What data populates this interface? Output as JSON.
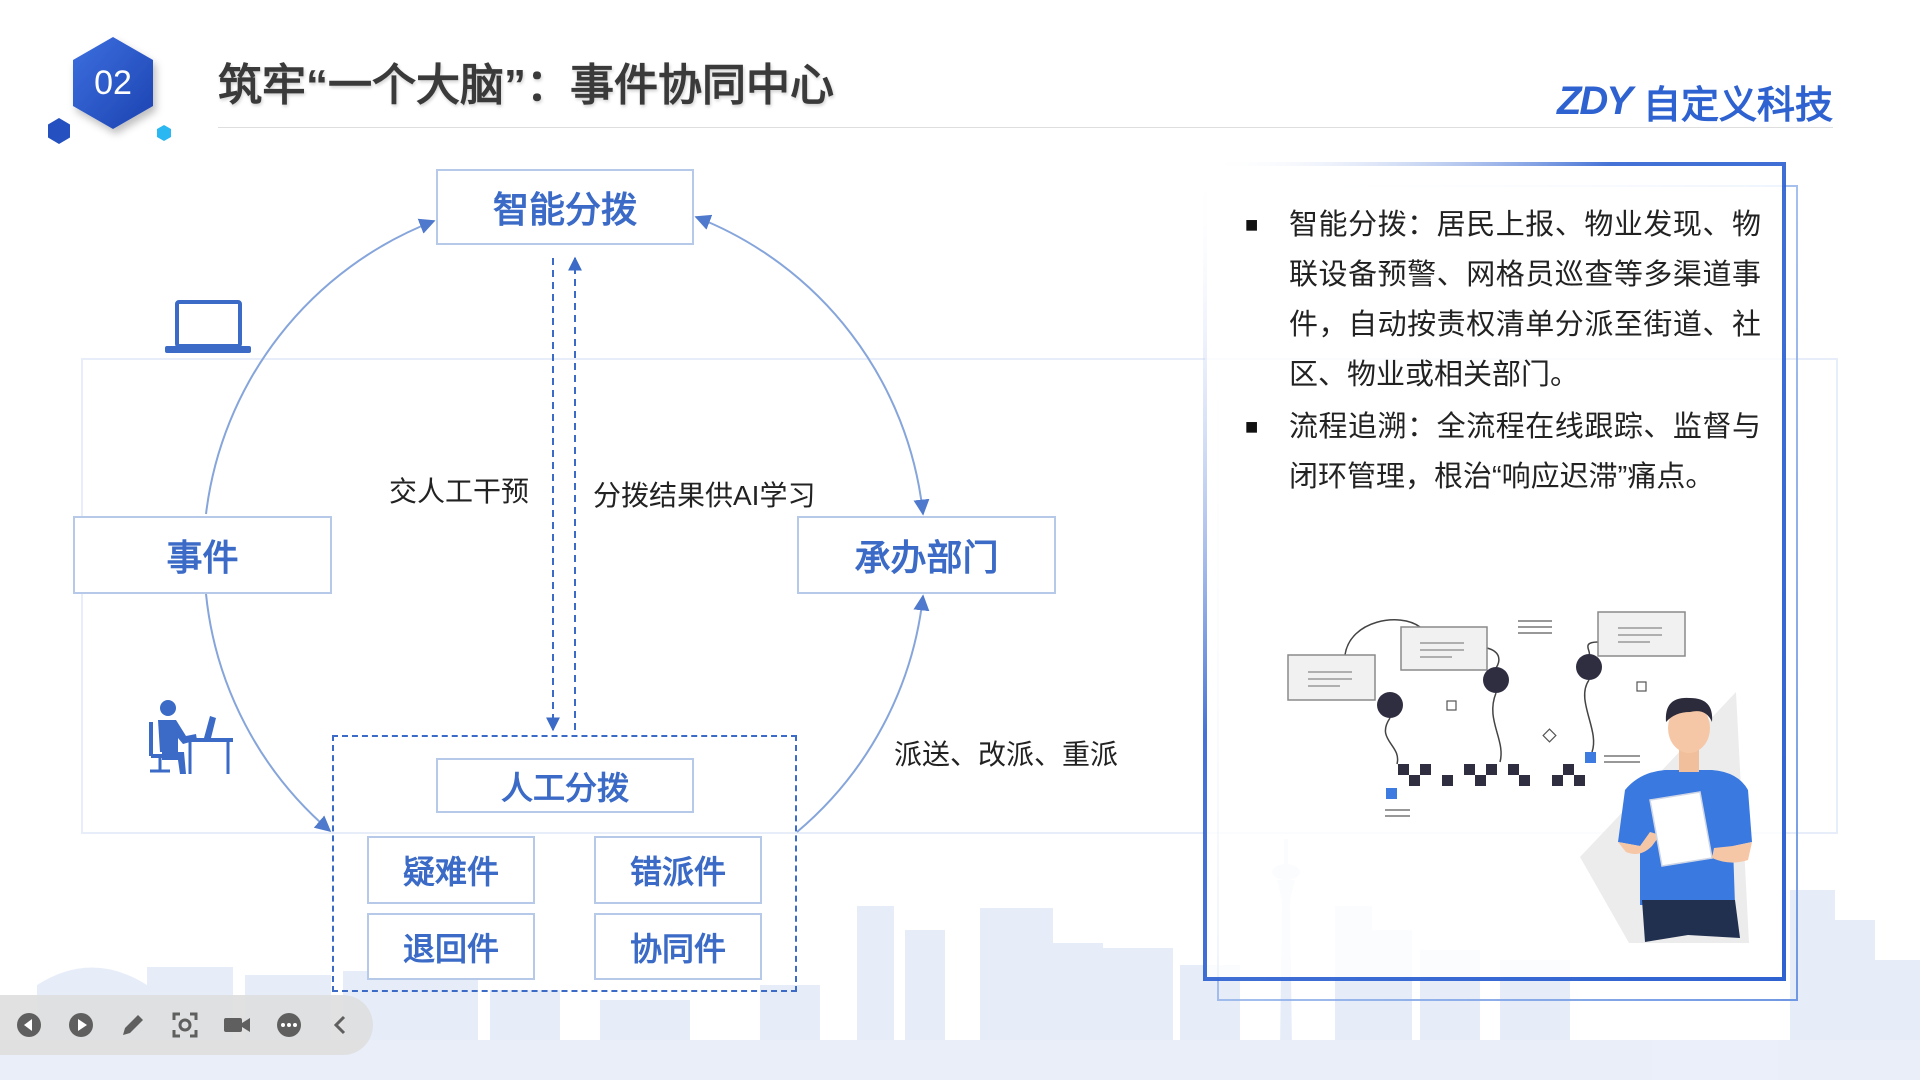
{
  "slide": {
    "number": "02",
    "title": "筑牢“一个大脑”：事件协同中心"
  },
  "logo": {
    "mark": "ZDY",
    "name": "自定义科技"
  },
  "diagram": {
    "nodes": {
      "smart_dispatch": "智能分拨",
      "event": "事件",
      "handling_dept": "承办部门",
      "manual_dispatch": "人工分拨"
    },
    "manual_items": [
      "疑难件",
      "错派件",
      "退回件",
      "协同件"
    ],
    "edge_labels": {
      "to_manual": "交人工干预",
      "ai_learning": "分拨结果供AI学习",
      "dispatch_actions": "派送、改派、重派"
    },
    "icons": {
      "online_source": "laptop-icon",
      "staff_source": "person-at-desk-icon"
    }
  },
  "panel": {
    "bullet_marker": "■",
    "bullets": [
      "智能分拨：居民上报、物业发现、物联设备预警、网格员巡查等多渠道事件，自动按责权清单分派至街道、社区、物业或相关部门。",
      "流程追溯：全流程在线跟踪、监督与闭环管理，根治“响应迟滞”痛点。"
    ]
  },
  "toolbar": {
    "buttons": [
      "previous-icon",
      "play-icon",
      "pen-icon",
      "screenshot-icon",
      "camera-icon",
      "more-icon",
      "collapse-icon"
    ]
  },
  "colors": {
    "accent": "#2f62d1",
    "node_text": "#3b6bc6",
    "node_border": "#b7c9e8",
    "arc": "#86a5db",
    "title_text": "#3a3a3a",
    "badge_cyan": "#2bb7f2"
  }
}
